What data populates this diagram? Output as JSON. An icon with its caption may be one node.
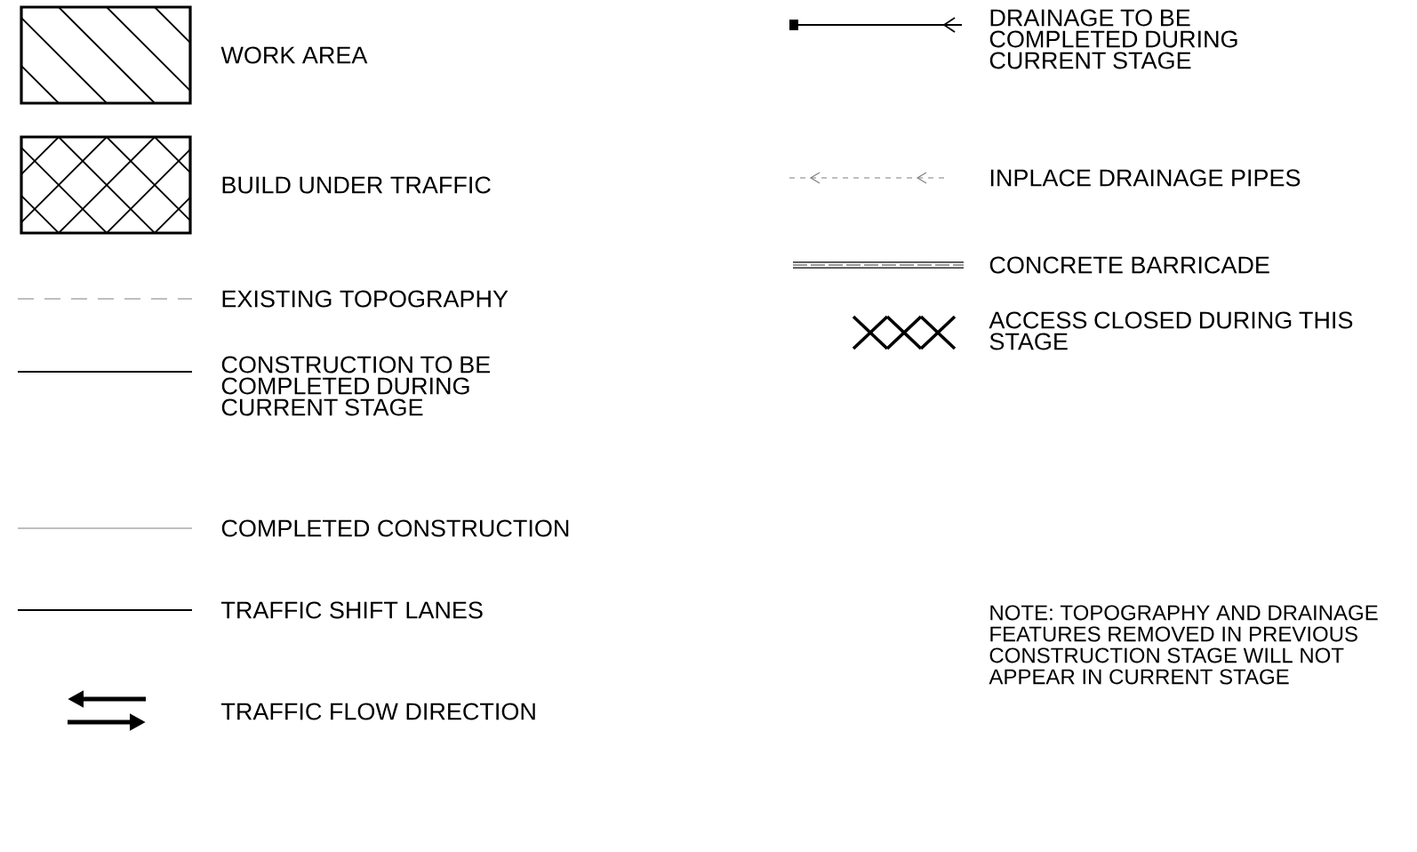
{
  "diagram": {
    "legend": [
      {
        "text": "WORK AREA"
      },
      {
        "text": "BUILD UNDER TRAFFIC"
      },
      {
        "text": "EXISTING TOPOGRAPHY"
      },
      {
        "text": "CONSTRUCTION TO BE COMPLETED DURING CURRENT STAGE"
      },
      {
        "text": "COMPLETED CONSTRUCTION"
      },
      {
        "text": "TRAFFIC SHIFT LANES"
      },
      {
        "text": "TRAFFIC FLOW DIRECTION"
      },
      {
        "text": "DRAINAGE TO BE COMPLETED DURING CURRENT STAGE"
      },
      {
        "text": "INPLACE DRAINAGE PIPES"
      },
      {
        "text": "CONCRETE BARRICADE"
      },
      {
        "text": "ACCESS CLOSED DURING THIS STAGE"
      }
    ],
    "labels": [
      "NOTE: TOPOGRAPHY AND DRAINAGE FEATURES REMOVED IN PREVIOUS CONSTRUCTION STAGE WILL NOT APPEAR IN CURRENT STAGE"
    ]
  }
}
